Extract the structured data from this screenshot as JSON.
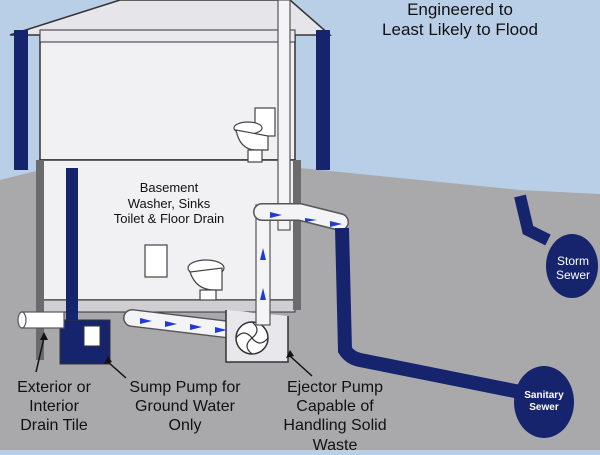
{
  "title_lines": [
    "Engineered to",
    "Least Likely to Flood"
  ],
  "labels": {
    "basement": [
      "Basement",
      "Washer, Sinks",
      "Toilet & Floor Drain"
    ],
    "drain_tile": [
      "Exterior or",
      "Interior",
      "Drain Tile"
    ],
    "sump_pump": [
      "Sump Pump for",
      "Ground Water",
      "Only"
    ],
    "ejector_pump": [
      "Ejector Pump",
      "Capable of",
      "Handling Solid",
      "Waste"
    ],
    "storm_sewer": [
      "Storm",
      "Sewer"
    ],
    "sanitary_sewer": [
      "Sanitary",
      "Sewer"
    ]
  },
  "colors": {
    "sky": "#b9cfe8",
    "ground": "#a9a9ac",
    "house": "#f1f1f3",
    "pipe_fill": "#f4f4f6",
    "pipe_outline": "#555555",
    "sewer_blue": "#16246e",
    "flow_arrow": "#1f3bd6"
  }
}
